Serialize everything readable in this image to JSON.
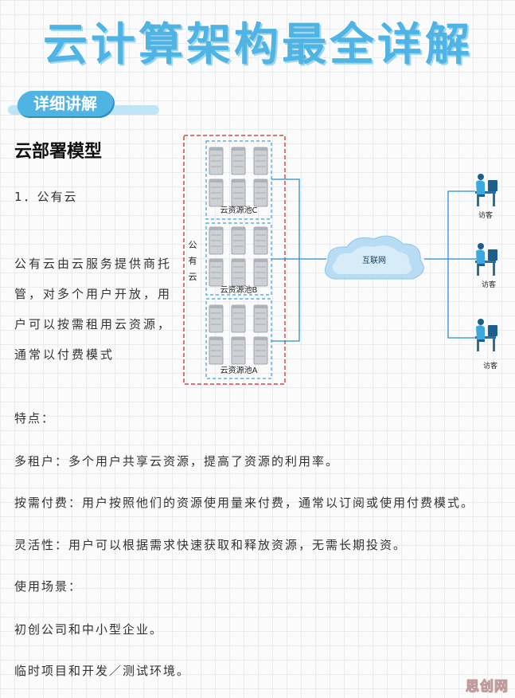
{
  "title": "云计算架构最全详解",
  "badge": "详细讲解",
  "section_heading": "云部署模型",
  "subheading": "1．公有云",
  "description": "公有云由云服务提供商托管，对多个用户开放，用户可以按需租用云资源，通常以付费模式",
  "diagram": {
    "public_cloud_label": "公有云",
    "pools": [
      "云资源池C",
      "云资源池B",
      "云资源池A"
    ],
    "internet_label": "互联网",
    "visitor_label": "访客"
  },
  "features_heading": "特点：",
  "features": [
    "多租户：多个用户共享云资源，提高了资源的利用率。",
    "按需付费：用户按照他们的资源使用量来付费，通常以订阅或使用付费模式。",
    "灵活性：用户可以根据需求快速获取和释放资源，无需长期投资。"
  ],
  "scenarios_heading": "使用场景：",
  "scenarios": [
    "初创公司和中小型企业。",
    "临时项目和开发／测试环境。"
  ],
  "watermark": "思创网",
  "colors": {
    "accent": "#4fb3e3",
    "red_dash": "#e0413a",
    "blue_dash": "#3aa0d8",
    "line": "#2b8fd0"
  },
  "icons": [
    "server-icon",
    "cloud-icon",
    "visitor-desk-icon"
  ]
}
